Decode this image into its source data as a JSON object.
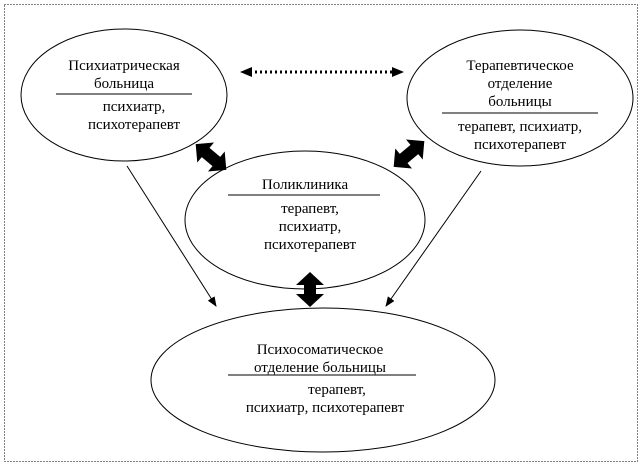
{
  "nodes": {
    "psych_hospital": {
      "title": [
        "Психиатрическая",
        "больница"
      ],
      "staff": [
        "психиатр,",
        "психотерапевт"
      ]
    },
    "therapy_dept": {
      "title": [
        "Терапевтическое",
        "отделение",
        "больницы"
      ],
      "staff": [
        "терапевт, психиатр,",
        "психотерапевт"
      ]
    },
    "polyclinic": {
      "title": [
        "Поликлиника"
      ],
      "staff": [
        "терапевт,",
        "психиатр,",
        "психотерапевт"
      ]
    },
    "psychosomatic_dept": {
      "title": [
        "Психосоматическое",
        "отделение больницы"
      ],
      "staff": [
        "терапевт,",
        "психиатр, психотерапевт"
      ]
    }
  }
}
